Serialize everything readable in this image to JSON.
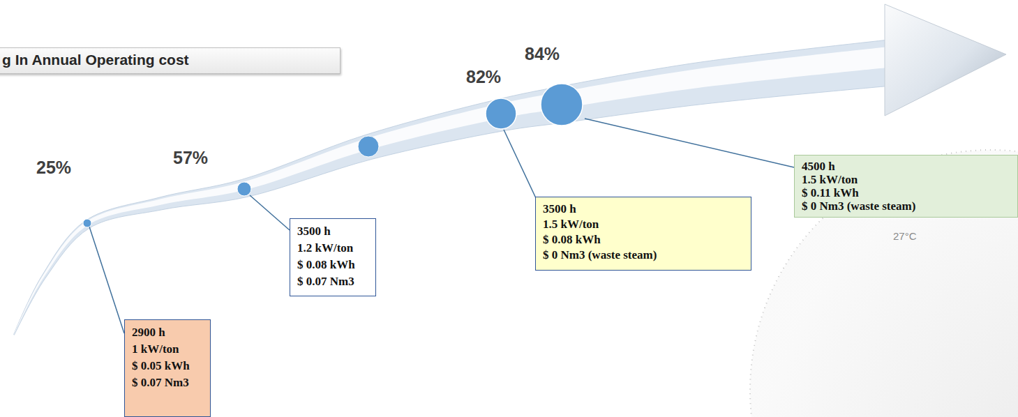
{
  "diagram": {
    "title": "g In Annual Operating cost",
    "nodes": [
      {
        "text": [
          "2900 h",
          "1 kW/ton",
          "$ 0.05 kWh",
          "$ 0.07 Nm3"
        ]
      },
      {
        "text": [
          "3500 h",
          "1.2 kW/ton",
          "$ 0.08 kWh",
          "$ 0.07 Nm3"
        ]
      },
      {
        "text": [
          "3500 h",
          "1.5 kW/ton",
          "$ 0.08 kWh",
          "$ 0 Nm3 (waste steam)"
        ]
      },
      {
        "text": [
          "4500 h",
          "1.5 kW/ton",
          "$ 0.11 kWh",
          "$ 0 Nm3 (waste steam)"
        ]
      }
    ],
    "edges": [],
    "labels": [
      "25%",
      "57%",
      "82%",
      "84%",
      "27°C"
    ]
  }
}
